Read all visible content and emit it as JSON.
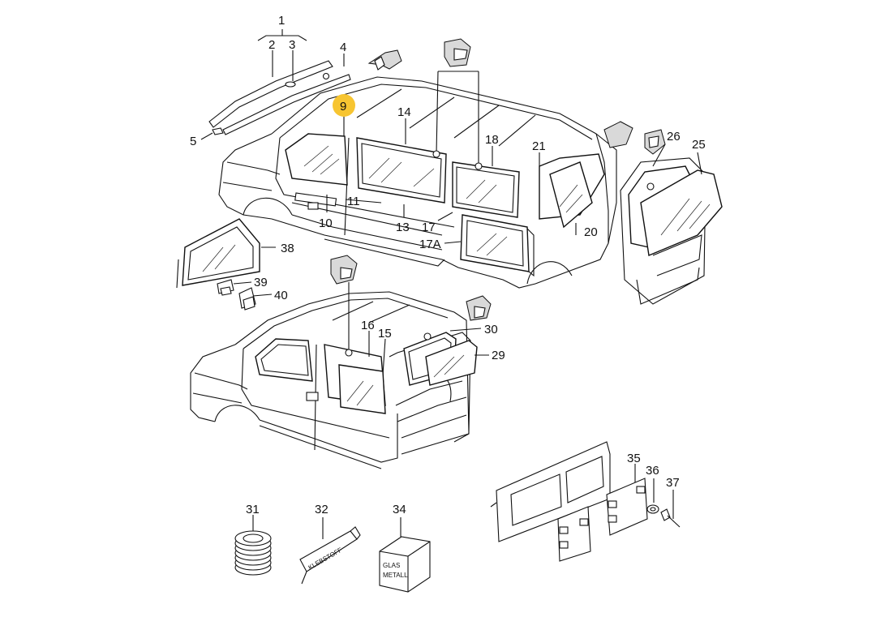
{
  "callouts": {
    "c1": "1",
    "c2": "2",
    "c3": "3",
    "c4": "4",
    "c5": "5",
    "c9": "9",
    "c10": "10",
    "c11": "11",
    "c13": "13",
    "c14": "14",
    "c15": "15",
    "c16": "16",
    "c17": "17",
    "c17a": "17A",
    "c18": "18",
    "c20": "20",
    "c21": "21",
    "c25": "25",
    "c26": "26",
    "c29": "29",
    "c30": "30",
    "c31": "31",
    "c32": "32",
    "c34": "34",
    "c35": "35",
    "c36": "36",
    "c37": "37",
    "c38": "38",
    "c39": "39",
    "c40": "40"
  },
  "products": {
    "adhesive_label": "KLEBSTOFF",
    "box_label_line1": "GLAS",
    "box_label_line2": "METALL"
  },
  "highlight": {
    "callout": "9",
    "color": "#f7c531"
  }
}
